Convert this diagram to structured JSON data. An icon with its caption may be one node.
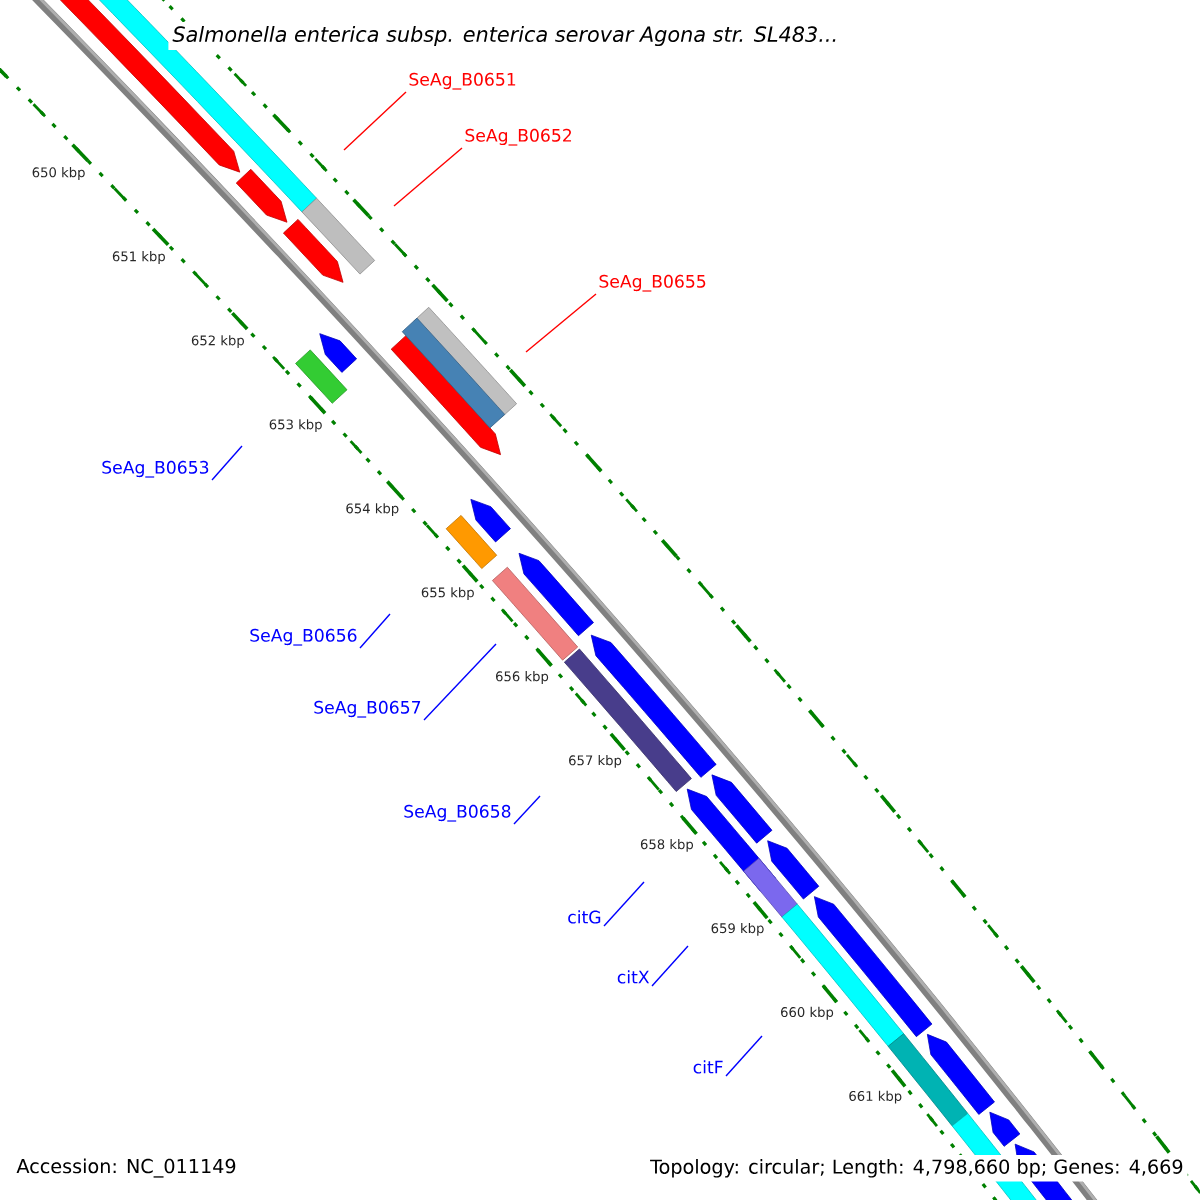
{
  "diagram": {
    "title": "Salmonella enterica subsp. enterica serovar Agona str. SL483...",
    "nodes": [
      {
        "text": [
          "SeAg_B0651"
        ]
      },
      {
        "text": [
          "SeAg_B0652"
        ]
      },
      {
        "text": [
          "SeAg_B0655"
        ]
      },
      {
        "text": [
          "SeAg_B0653"
        ]
      },
      {
        "text": [
          "SeAg_B0656"
        ]
      },
      {
        "text": [
          "SeAg_B0657"
        ]
      },
      {
        "text": [
          "SeAg_B0658"
        ]
      },
      {
        "text": [
          "citG"
        ]
      },
      {
        "text": [
          "citX"
        ]
      },
      {
        "text": [
          "citF"
        ]
      }
    ],
    "edges": [
      {
        "from": 0,
        "to": null,
        "arrow": "none",
        "color": "#ff0000"
      },
      {
        "from": 1,
        "to": null,
        "arrow": "none",
        "color": "#ff0000"
      },
      {
        "from": 2,
        "to": null,
        "arrow": "none",
        "color": "#ff0000"
      },
      {
        "from": 3,
        "to": null,
        "arrow": "none"
      },
      {
        "from": 4,
        "to": null,
        "arrow": "none"
      },
      {
        "from": 5,
        "to": null,
        "arrow": "none"
      },
      {
        "from": 6,
        "to": null,
        "arrow": "none"
      },
      {
        "from": 7,
        "to": null,
        "arrow": "none"
      },
      {
        "from": 8,
        "to": null,
        "arrow": "none"
      },
      {
        "from": 9,
        "to": null,
        "arrow": "none"
      }
    ],
    "labels": [
      "650 kbp",
      "651 kbp",
      "652 kbp",
      "653 kbp",
      "654 kbp",
      "655 kbp",
      "656 kbp",
      "657 kbp",
      "658 kbp",
      "659 kbp",
      "660 kbp",
      "661 kbp",
      "Accession: NC_011149",
      "Topology: circular; Length: 4,798,660 bp; Genes: 4,669"
    ]
  }
}
